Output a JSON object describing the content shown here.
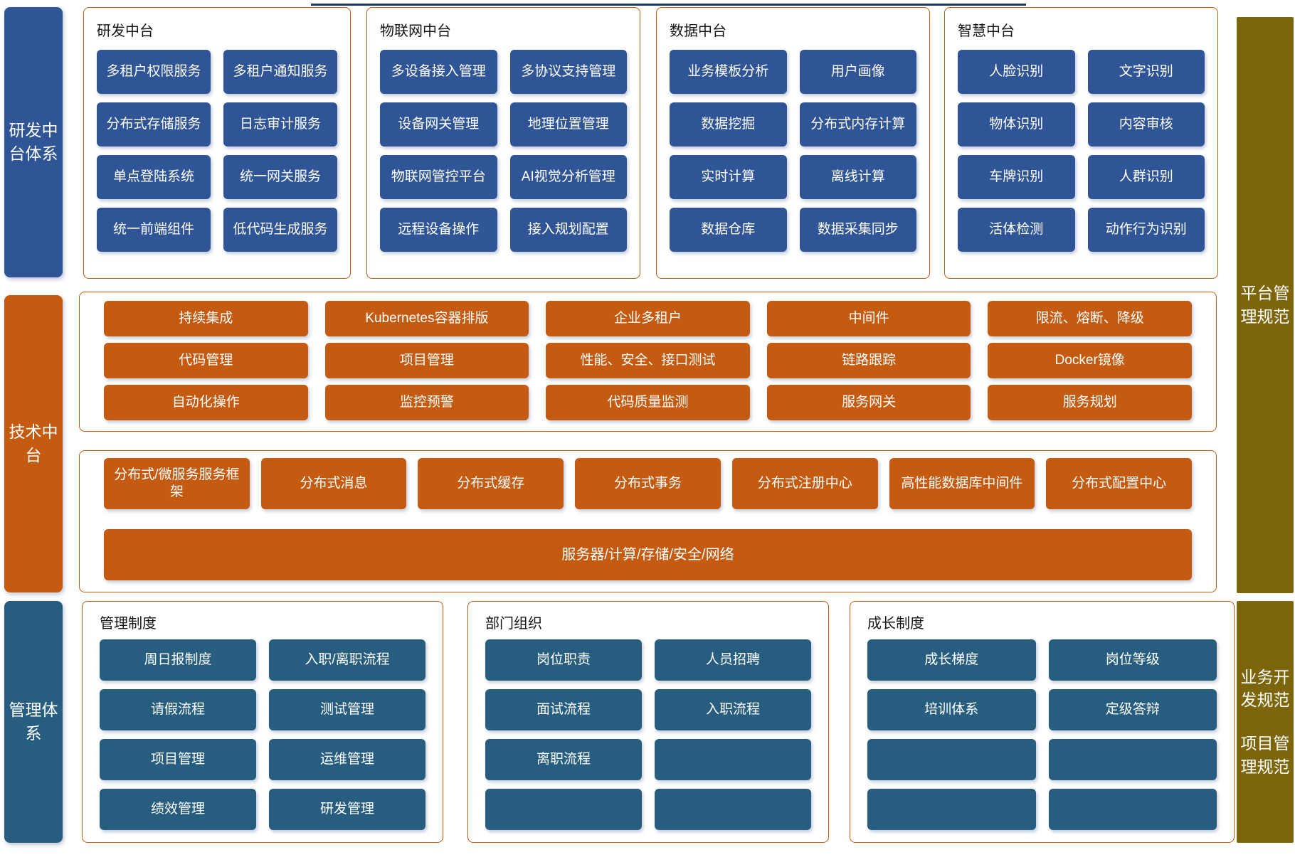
{
  "left_rail": {
    "items": [
      {
        "label": "研发中台体系"
      },
      {
        "label": "技术中台"
      },
      {
        "label": "管理体系"
      }
    ]
  },
  "right_rail": {
    "top_label": "平台管理规范",
    "bottom_labels": [
      "业务开发规范",
      "项目管理规范"
    ]
  },
  "top_sections": [
    {
      "title": "研发中台",
      "items": [
        "多租户权限服务",
        "多租户通知服务",
        "分布式存储服务",
        "日志审计服务",
        "单点登陆系统",
        "统一网关服务",
        "统一前端组件",
        "低代码生成服务"
      ]
    },
    {
      "title": "物联网中台",
      "items": [
        "多设备接入管理",
        "多协议支持管理",
        "设备网关管理",
        "地理位置管理",
        "物联网管控平台",
        "AI视觉分析管理",
        "远程设备操作",
        "接入规划配置"
      ]
    },
    {
      "title": "数据中台",
      "items": [
        "业务模板分析",
        "用户画像",
        "数据挖掘",
        "分布式内存计算",
        "实时计算",
        "离线计算",
        "数据仓库",
        "数据采集同步"
      ]
    },
    {
      "title": "智慧中台",
      "items": [
        "人脸识别",
        "文字识别",
        "物体识别",
        "内容审核",
        "车牌识别",
        "人群识别",
        "活体检测",
        "动作行为识别"
      ]
    }
  ],
  "tech_platform": {
    "items": [
      "持续集成",
      "Kubernetes容器排版",
      "企业多租户",
      "中间件",
      "限流、熔断、降级",
      "代码管理",
      "项目管理",
      "性能、安全、接口测试",
      "链路跟踪",
      "Docker镜像",
      "自动化操作",
      "监控预警",
      "代码质量监测",
      "服务网关",
      "服务规划"
    ]
  },
  "infra_platform": {
    "items": [
      "分布式/微服务服务框架",
      "分布式消息",
      "分布式缓存",
      "分布式事务",
      "分布式注册中心",
      "高性能数据库中间件",
      "分布式配置中心"
    ],
    "base_bar": "服务器/计算/存储/安全/网络"
  },
  "bottom_sections": [
    {
      "title": "管理制度",
      "items": [
        "周日报制度",
        "入职/离职流程",
        "请假流程",
        "测试管理",
        "项目管理",
        "运维管理",
        "绩效管理",
        "研发管理"
      ]
    },
    {
      "title": "部门组织",
      "items": [
        "岗位职责",
        "人员招聘",
        "面试流程",
        "入职流程",
        "离职流程",
        "",
        "",
        ""
      ]
    },
    {
      "title": "成长制度",
      "items": [
        "成长梯度",
        "岗位等级",
        "培训体系",
        "定级答辩",
        "",
        "",
        "",
        ""
      ]
    }
  ],
  "colors": {
    "accent_orange": "#C55A11",
    "block_blue": "#2F5596",
    "block_teal_blue": "#275E80",
    "rail_olive": "#7D650B",
    "top_line_navy": "#203864"
  }
}
